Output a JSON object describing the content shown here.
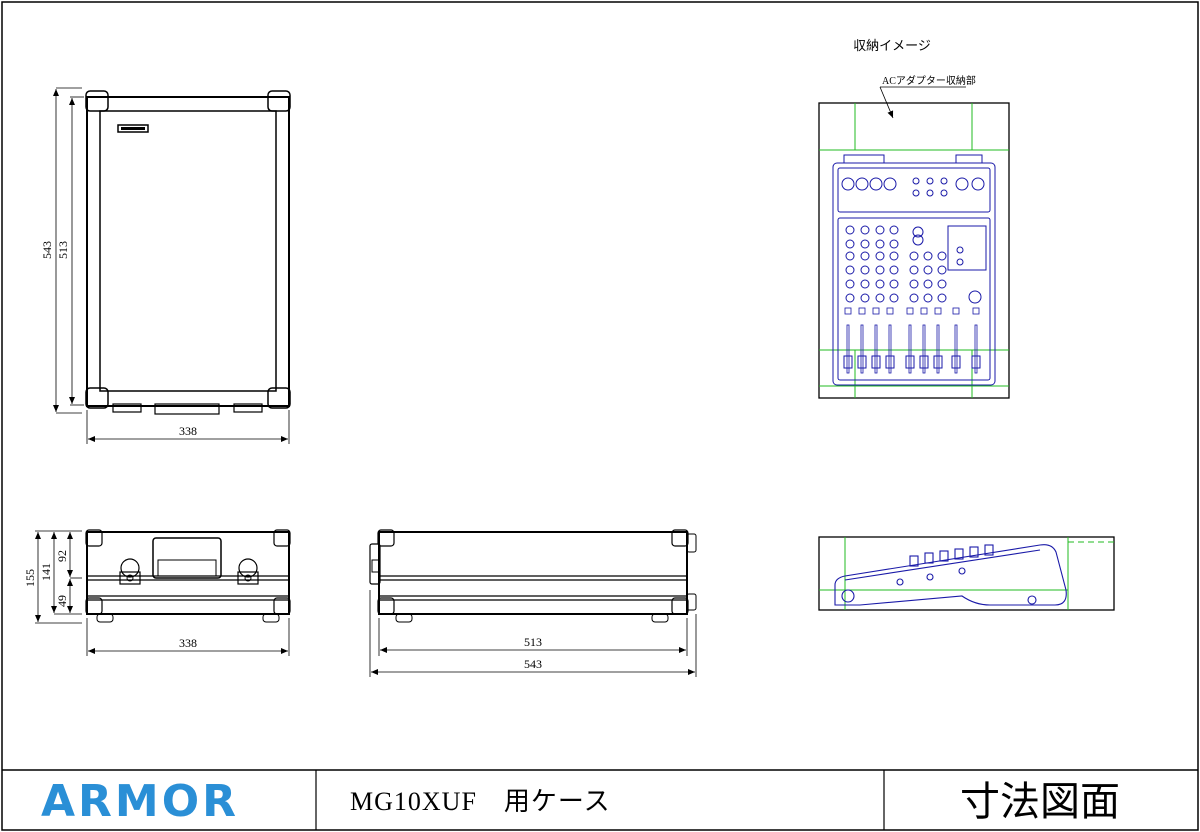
{
  "title_block": {
    "logo": "ARMOR",
    "model": "MG10XUF　用ケース",
    "drawing_type": "寸法図面"
  },
  "front_view": {
    "height_outer": "543",
    "height_inner": "513",
    "width": "338"
  },
  "side_view_left": {
    "height_total": "155",
    "height_body": "141",
    "height_top": "92",
    "height_bottom": "49",
    "width": "338"
  },
  "side_view_long": {
    "length_inner": "513",
    "length_outer": "543"
  },
  "storage_image": {
    "heading": "収納イメージ",
    "ac_adapter_label": "ACアダプター収納部"
  },
  "colors": {
    "line": "#000000",
    "mixer": "#1a1aa8",
    "guide": "#22bb22",
    "logo": "#2a8fd6"
  }
}
